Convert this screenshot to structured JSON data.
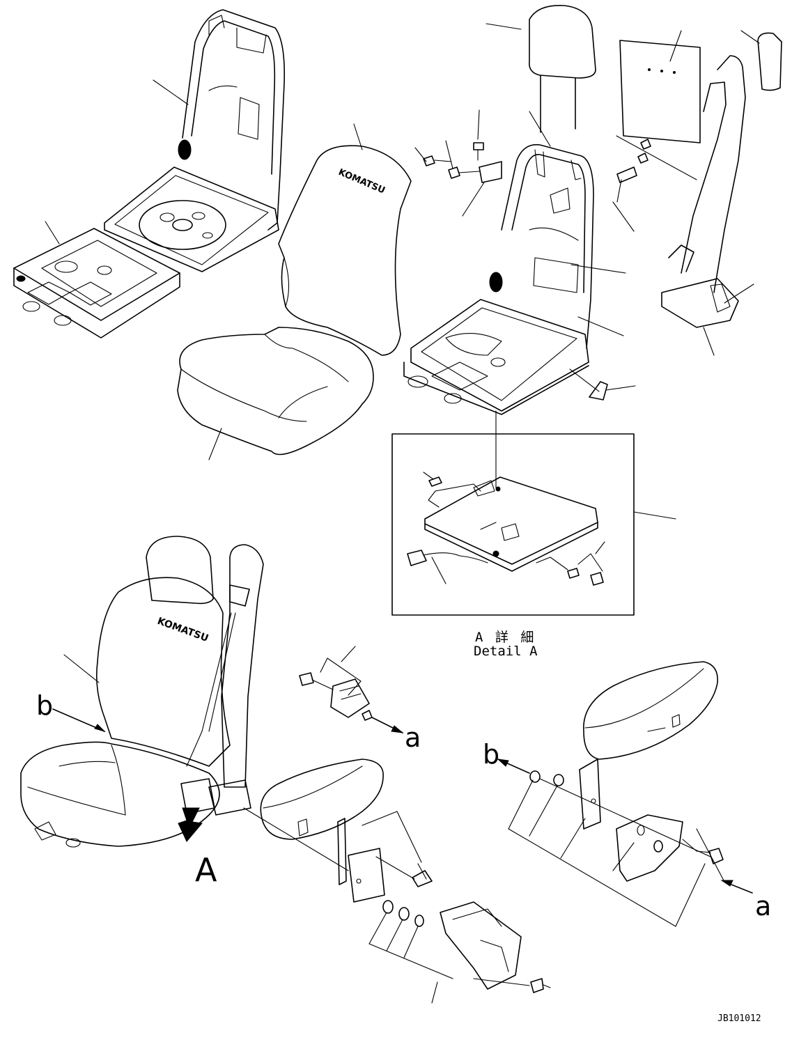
{
  "detail": {
    "title_jp": "A 詳 細",
    "title_en": "Detail A"
  },
  "callouts": {
    "a_top": "a",
    "b_left": "b",
    "b_right": "b",
    "a_right": "a",
    "A_view": "A"
  },
  "drawing_id": "JB101012",
  "cover_logo": "KOMATSU"
}
